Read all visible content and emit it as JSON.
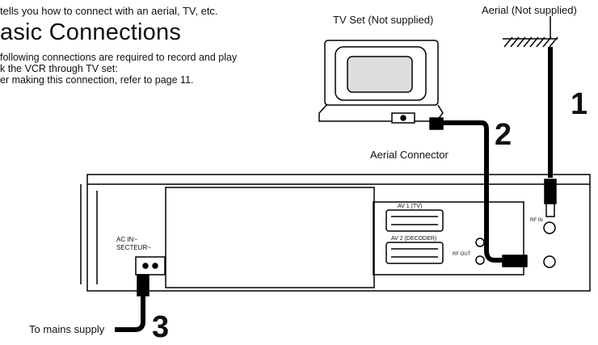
{
  "page": {
    "intro": "tells you how to connect with an aerial, TV, etc.",
    "title": "asic Connections",
    "description": [
      "following connections are required to record and play",
      "k the VCR through TV set:",
      "er making this connection, refer to page 11."
    ]
  },
  "diagram": {
    "tv_label": "TV Set (Not supplied)",
    "aerial_label": "Aerial (Not supplied)",
    "aerial_connector_label": "Aerial Connector",
    "mains_label": "To mains supply",
    "step_numbers": [
      "1",
      "2",
      "3"
    ],
    "panel_text": {
      "ac_in": "AC IN~",
      "secteur": "SECTEUR~",
      "av1": "AV 1 (TV)",
      "av2": "AV 2 (DECODER)",
      "rf_out": "RF OUT",
      "rf_in": "RF IN"
    }
  }
}
